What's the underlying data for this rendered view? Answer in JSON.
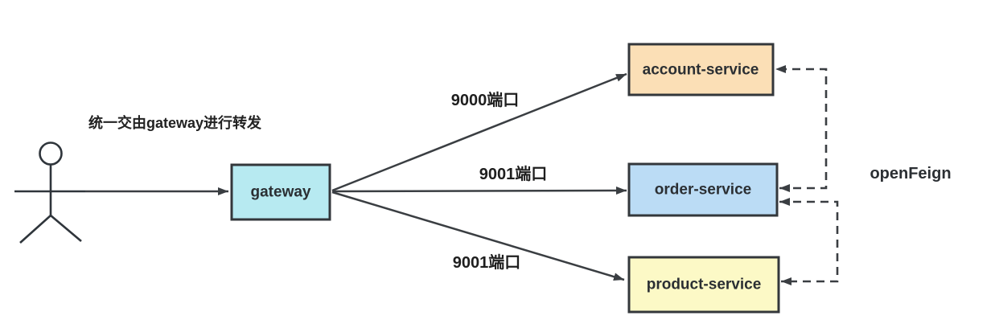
{
  "diagram": {
    "title": "统一交由gateway进行转发",
    "person": {
      "name": "user-actor"
    },
    "nodes": {
      "gateway": {
        "label": "gateway",
        "fill": "#b7eaf1"
      },
      "account": {
        "label": "account-service",
        "fill": "#fbdfb6"
      },
      "order": {
        "label": "order-service",
        "fill": "#bbdcf5"
      },
      "product": {
        "label": "product-service",
        "fill": "#fcf9c6"
      }
    },
    "edges": {
      "to_account": {
        "label": "9000端口"
      },
      "to_order": {
        "label": "9001端口"
      },
      "to_product": {
        "label": "9001端口"
      }
    },
    "annotations": {
      "open_feign": "openFeign"
    },
    "colors": {
      "line": "#3a3e42",
      "border": "#33373b",
      "text": "#222222"
    }
  }
}
